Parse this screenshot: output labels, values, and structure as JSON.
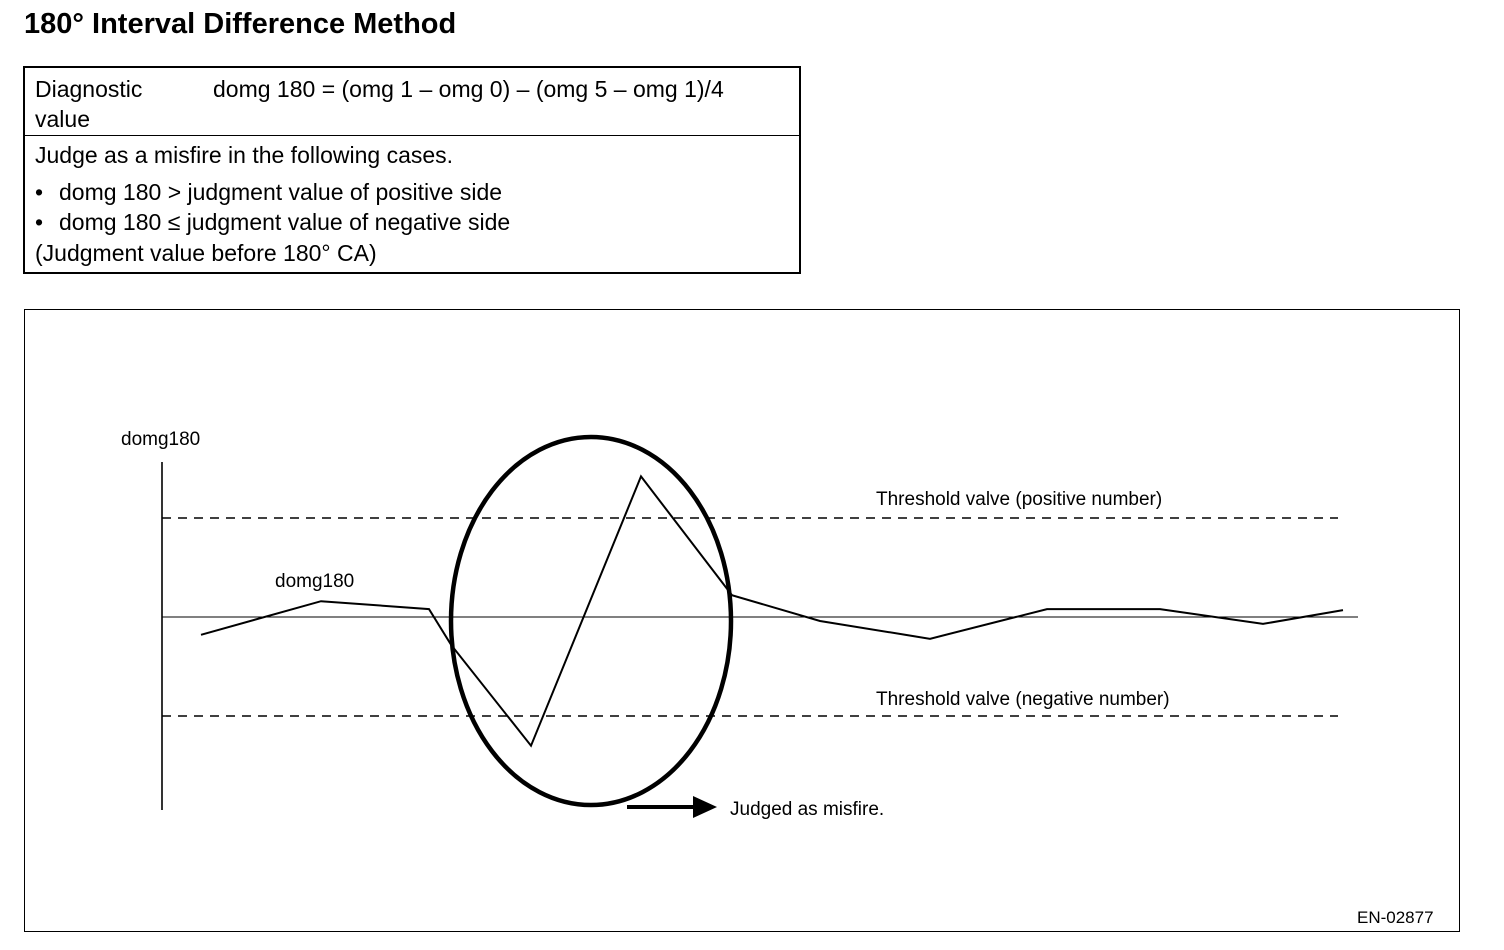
{
  "title": "180° Interval Difference Method",
  "table": {
    "row1": {
      "label": "Diagnostic value",
      "formula": "domg 180 = (omg 1 – omg 0) – (omg 5 – omg 1)/4"
    },
    "row2": {
      "intro": "Judge as a misfire in the following cases.",
      "bullets": [
        "domg 180 > judgment value of positive side",
        "domg 180 ≤ judgment value of negative side"
      ],
      "note": "(Judgment value before 180° CA)"
    }
  },
  "figure": {
    "y_axis_label": "domg180",
    "signal_label": "domg180",
    "threshold_positive_label": "Threshold valve (positive number)",
    "threshold_negative_label": "Threshold valve (negative number)",
    "misfire_label": "Judged as misfire.",
    "figure_code": "EN-02877",
    "signal_values": [
      -0.18,
      0.16,
      0.08,
      -0.28,
      -1.3,
      1.42,
      0.22,
      -0.04,
      -0.22,
      0.08,
      0.08,
      -0.07,
      0.07
    ],
    "threshold_positive": 1.0,
    "threshold_negative": -1.0,
    "line_color": "#000000"
  }
}
